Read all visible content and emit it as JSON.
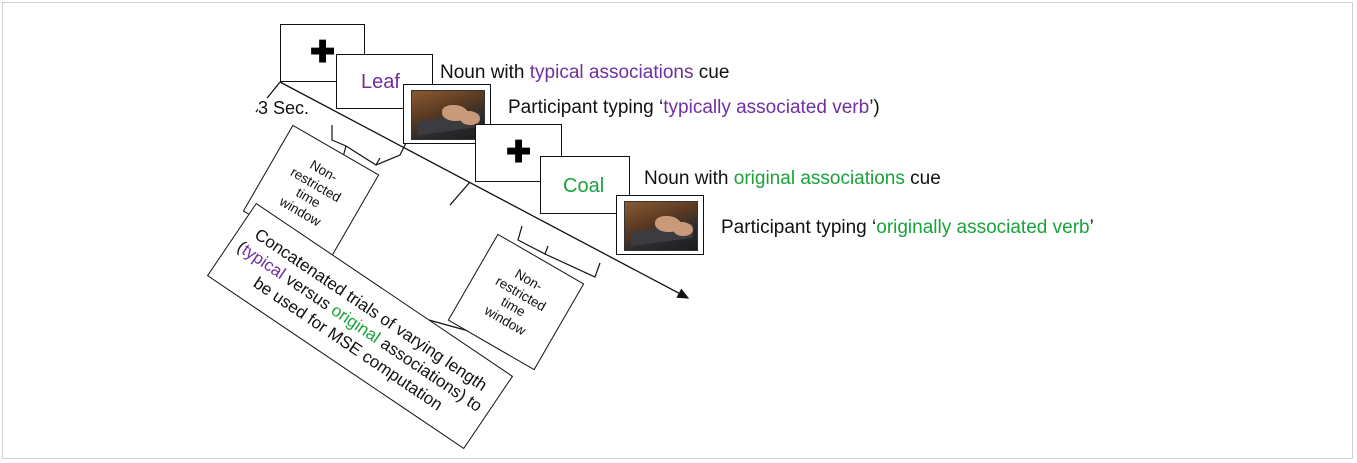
{
  "trial1": {
    "fixation_symbol": "✚",
    "cue_word": "Leaf",
    "cue_label": {
      "prefix": "Noun with ",
      "highlight": "typical associations",
      "suffix": " cue"
    },
    "response_label": {
      "prefix": "Participant typing ‘",
      "highlight": "typically associated verb",
      "suffix": "’)"
    }
  },
  "trial2": {
    "fixation_symbol": "✚",
    "cue_word": "Coal",
    "cue_label": {
      "prefix": "Noun with ",
      "highlight": "original associations",
      "suffix": " cue"
    },
    "response_label": {
      "prefix": "Participant typing ‘",
      "highlight": "originally associated verb",
      "suffix": "’"
    }
  },
  "duration_label": "3 Sec.",
  "window_box_1": {
    "lines": [
      "Non-",
      "restricted",
      "time",
      "window"
    ]
  },
  "window_box_2": {
    "lines": [
      "Non-",
      "restricted",
      "time",
      "window"
    ]
  },
  "concat_box": {
    "line1": "Concatenated trials of varying length",
    "line2_open": "(",
    "line2_typical": "typical",
    "line2_versus": " versus ",
    "line2_original": "original",
    "line2_rest": " associations) to",
    "line3": "be used for MSE computation"
  },
  "colors": {
    "typical": "#7030a0",
    "original": "#1aa23c",
    "line": "#111111"
  },
  "icons": {
    "fixation": "plus-cross-icon",
    "typing_photo": "keyboard-typing-photo"
  }
}
